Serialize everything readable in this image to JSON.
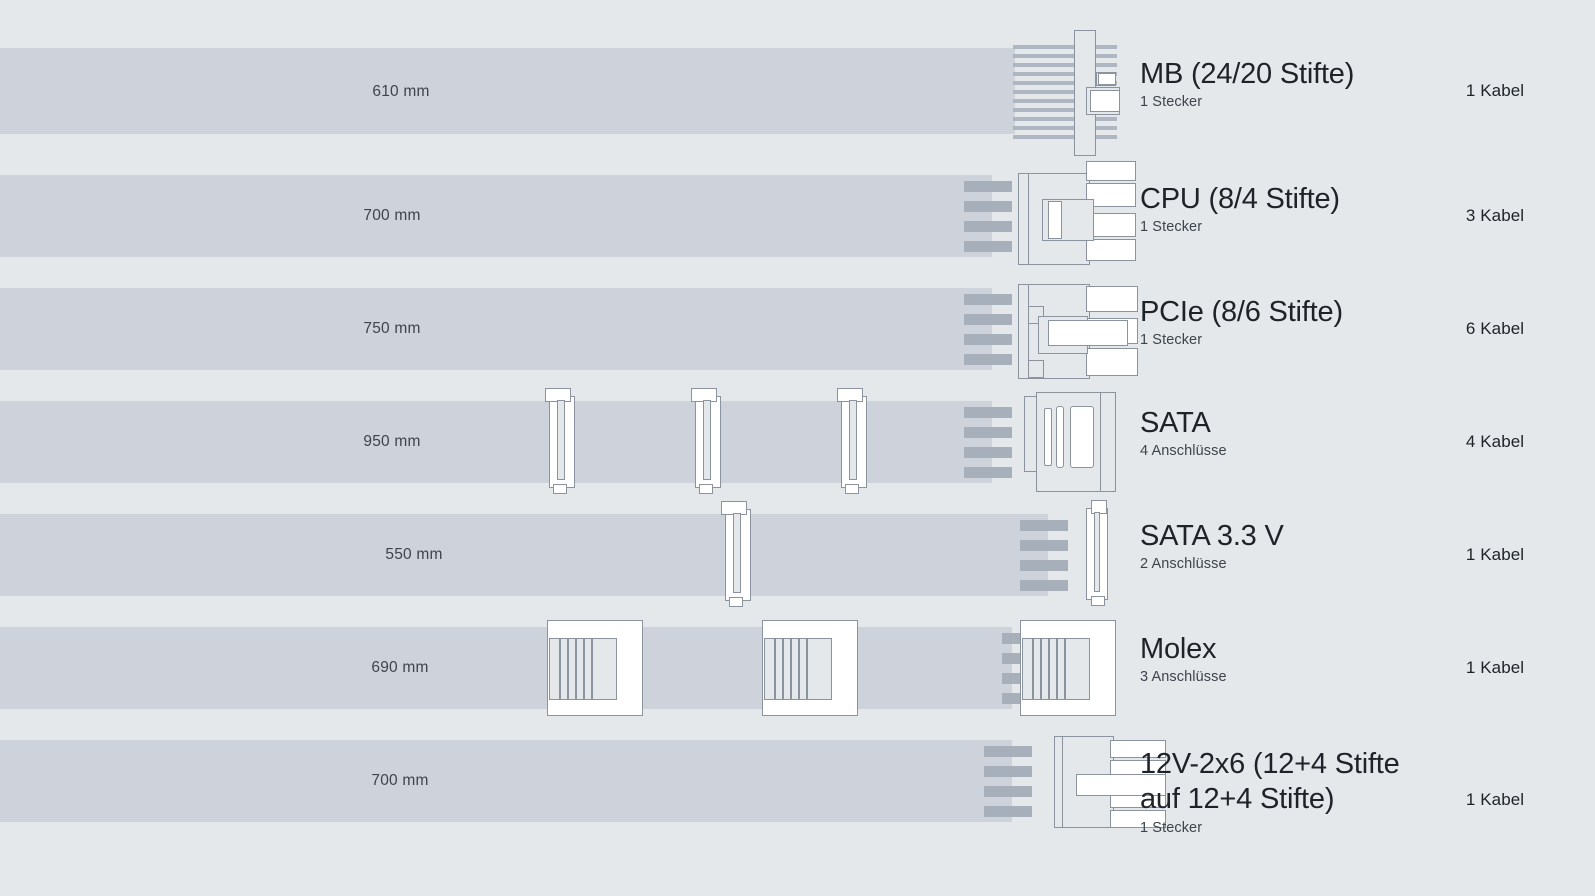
{
  "theme": {
    "background": "#e4e8eb",
    "cable_bar": "#ced2da",
    "wire": "#a7afbb",
    "outline": "#8b949e",
    "text_primary": "#1d2328",
    "text_secondary": "#3d444c"
  },
  "rows": [
    {
      "length": "610 mm",
      "title": "MB (24/20 Stifte)",
      "subtitle": "1 Stecker",
      "count": "1 Kabel",
      "connector": "mb-24-pin-connector",
      "inline_connectors": []
    },
    {
      "length": "700 mm",
      "title": "CPU (8/4 Stifte)",
      "subtitle": "1 Stecker",
      "count": "3 Kabel",
      "connector": "cpu-8-pin-connector",
      "inline_connectors": []
    },
    {
      "length": "750 mm",
      "title": "PCIe (8/6 Stifte)",
      "subtitle": "1 Stecker",
      "count": "6 Kabel",
      "connector": "pcie-8-pin-connector",
      "inline_connectors": []
    },
    {
      "length": "950 mm",
      "title": "SATA",
      "subtitle": "4 Anschlüsse",
      "count": "4 Kabel",
      "connector": "sata-connector",
      "inline_connectors": [
        "sata-inline-connector",
        "sata-inline-connector",
        "sata-inline-connector"
      ]
    },
    {
      "length": "550 mm",
      "title": "SATA 3.3 V",
      "subtitle": "2 Anschlüsse",
      "count": "1 Kabel",
      "connector": "sata-connector",
      "inline_connectors": [
        "sata-inline-connector"
      ]
    },
    {
      "length": "690 mm",
      "title": "Molex",
      "subtitle": "3 Anschlüsse",
      "count": "1 Kabel",
      "connector": "molex-connector",
      "inline_connectors": [
        "molex-inline-connector",
        "molex-inline-connector"
      ]
    },
    {
      "length": "700 mm",
      "title": "12V-2x6 (12+4 Stifte\nauf 12+4 Stifte)",
      "subtitle": "1 Stecker",
      "count": "1 Kabel",
      "connector": "12v-2x6-connector",
      "inline_connectors": []
    }
  ]
}
